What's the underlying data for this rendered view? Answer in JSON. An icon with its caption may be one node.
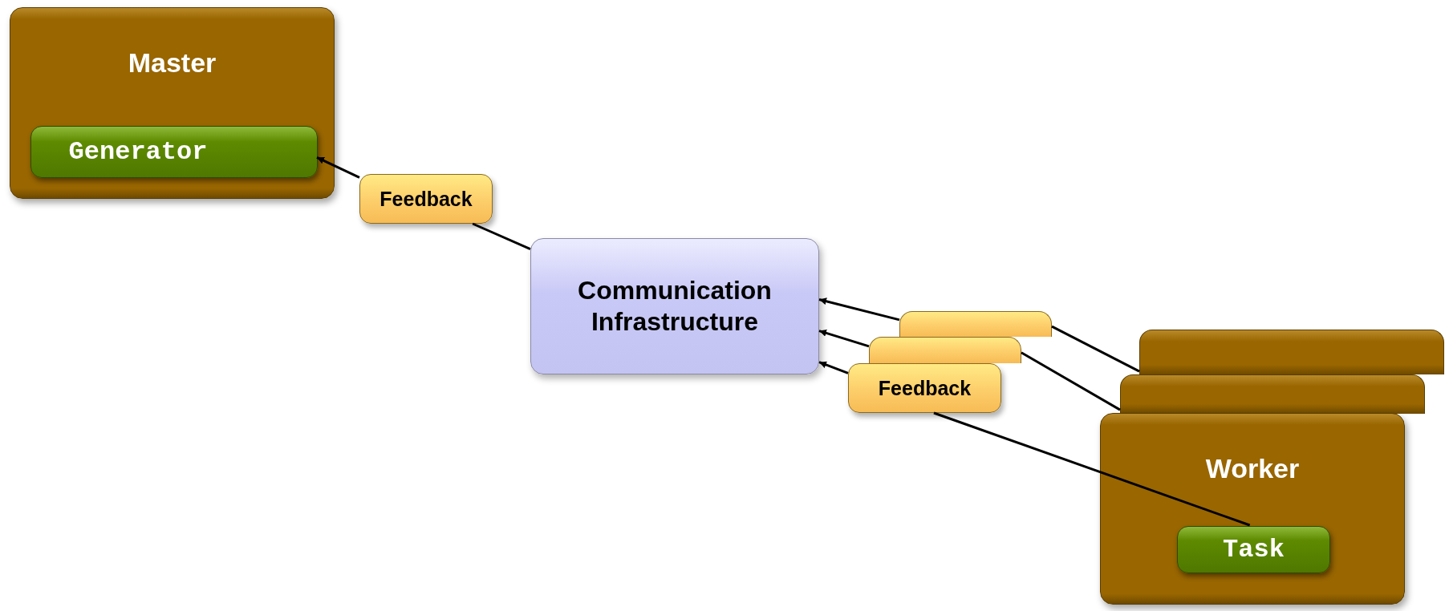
{
  "diagram": {
    "nodes": [
      {
        "text": [
          "Master"
        ]
      },
      {
        "text": [
          "Generator"
        ],
        "in": 0
      },
      {
        "text": [
          "Feedback"
        ]
      },
      {
        "text": [
          "Communication Infrastructure"
        ]
      },
      {
        "text": [],
        "shape": "box"
      },
      {
        "text": [],
        "shape": "box"
      },
      {
        "text": [
          "Feedback"
        ]
      },
      {
        "text": [],
        "shape": "box"
      },
      {
        "text": [],
        "shape": "box"
      },
      {
        "text": [
          "Worker"
        ]
      },
      {
        "text": [
          "Task"
        ],
        "in": 9
      }
    ],
    "edges": [
      {
        "from": 2,
        "to": 1,
        "arrow": "to"
      },
      {
        "from": 3,
        "to": 2,
        "arrow": "none"
      },
      {
        "from": 4,
        "to": 3,
        "arrow": "to"
      },
      {
        "from": 5,
        "to": 3,
        "arrow": "to"
      },
      {
        "from": 6,
        "to": 3,
        "arrow": "to"
      },
      {
        "from": 7,
        "to": 4,
        "arrow": "none"
      },
      {
        "from": 8,
        "to": 5,
        "arrow": "none"
      },
      {
        "from": 10,
        "to": 6,
        "arrow": "none"
      }
    ]
  }
}
